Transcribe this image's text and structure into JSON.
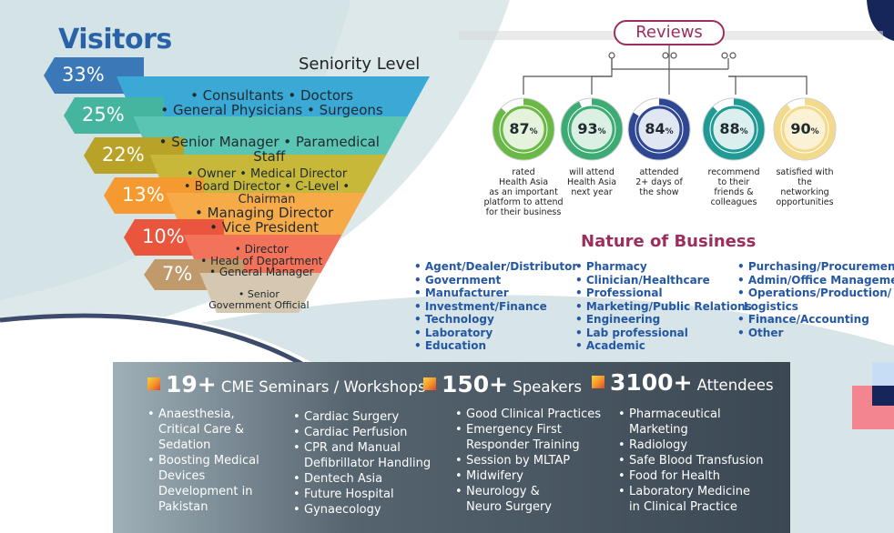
{
  "visitors": {
    "title": "Visitors",
    "seniority_title": "Seniority Level",
    "bands": [
      {
        "percent": "33%",
        "lines": [
          "• Consultants • Doctors",
          "• General Physicians • Surgeons"
        ],
        "color": "#3aa9d6",
        "tab_color": "#3a78b8"
      },
      {
        "percent": "25%",
        "lines": [
          "• Senior Manager • Paramedical Staff"
        ],
        "color": "#5ac5b2",
        "tab_color": "#45b5a0"
      },
      {
        "percent": "22%",
        "lines": [
          "• Owner • Medical Director",
          "• Board Director • C-Level • Chairman"
        ],
        "color": "#c8b83a",
        "tab_color": "#b8a228"
      },
      {
        "percent": "13%",
        "lines": [
          "• Managing Director",
          "• Vice President"
        ],
        "color": "#f7ab48",
        "tab_color": "#f49a30"
      },
      {
        "percent": "10%",
        "lines": [
          "• Director",
          "• Head of Department",
          "• General Manager"
        ],
        "color": "#f2725a",
        "tab_color": "#ea553e"
      },
      {
        "percent": "7%",
        "lines": [
          "• Senior",
          "Government Official"
        ],
        "color": "#d6c7b0",
        "tab_color": "#c19a6b"
      }
    ]
  },
  "reviews": {
    "title": "Reviews",
    "gauges": [
      {
        "value": 87,
        "number": "87",
        "unit": "%",
        "caption": [
          "rated",
          "Health Asia",
          "as an important",
          "platform to attend",
          "for their business"
        ],
        "color": "#6ab845",
        "inner": "#e6f3dc"
      },
      {
        "value": 93,
        "number": "93",
        "unit": "%",
        "caption": [
          "will attend",
          "Health Asia",
          "next year"
        ],
        "color": "#3cab74",
        "inner": "#dcefe3"
      },
      {
        "value": 84,
        "number": "84",
        "unit": "%",
        "caption": [
          "attended",
          "2+ days of",
          "the show"
        ],
        "color": "#2f4793",
        "inner": "#e0e6f2"
      },
      {
        "value": 88,
        "number": "88",
        "unit": "%",
        "caption": [
          "recommend",
          "to their",
          "friends &",
          "colleagues"
        ],
        "color": "#1f9a95",
        "inner": "#dcefef"
      },
      {
        "value": 90,
        "number": "90",
        "unit": "%",
        "caption": [
          "satisfied with",
          "the",
          "networking",
          "opportunities"
        ],
        "color": "#f3d98a",
        "inner": "#fbf1d4"
      }
    ]
  },
  "nature_of_business": {
    "title": "Nature of Business",
    "columns": [
      [
        "• Agent/Dealer/Distributor",
        "• Government",
        "• Manufacturer",
        "• Investment/Finance",
        "• Technology",
        "• Laboratory",
        "• Education"
      ],
      [
        "• Pharmacy",
        "• Clinician/Healthcare",
        "• Professional",
        "• Marketing/Public Relations",
        "• Engineering",
        "• Lab professional",
        "• Academic"
      ],
      [
        "• Purchasing/Procurement",
        "• Admin/Office Management",
        "• Operations/Production/",
        "   Logistics",
        "• Finance/Accounting",
        "• Other"
      ]
    ]
  },
  "stats": [
    {
      "number": "19+",
      "label": "CME Seminars / Workshops"
    },
    {
      "number": "150+",
      "label": "Speakers"
    },
    {
      "number": "3100+",
      "label": "Attendees"
    }
  ],
  "topics": {
    "columns": [
      [
        "Anaesthesia,\nCritical Care &\nSedation",
        "Boosting Medical\nDevices\nDevelopment in\nPakistan"
      ],
      [
        "Cardiac Surgery",
        "Cardiac Perfusion",
        "CPR and Manual\nDefibrillator Handling",
        "Dentech Asia",
        "Future Hospital",
        "Gynaecology"
      ],
      [
        "Good Clinical Practices",
        "Emergency First\nResponder Training",
        "Session by MLTAP",
        "Midwifery",
        "Neurology &\nNeuro Surgery"
      ],
      [
        "Pharmaceutical\nMarketing",
        "Radiology",
        "Safe Blood Transfusion",
        "Food for Health",
        "Laboratory Medicine\nin Clinical Practice"
      ]
    ]
  },
  "colors": {
    "background_top": "#dde9ea",
    "background_curve": "#d2e0e4",
    "dark_navy": "#16265a",
    "panel": "#3f4f5b",
    "title_blue": "#2a62a8",
    "title_maroon": "#9c2e5f",
    "list_blue": "#2457a4",
    "corner_pink": "#f2858f",
    "corner_light_blue": "#c7ddf5"
  }
}
